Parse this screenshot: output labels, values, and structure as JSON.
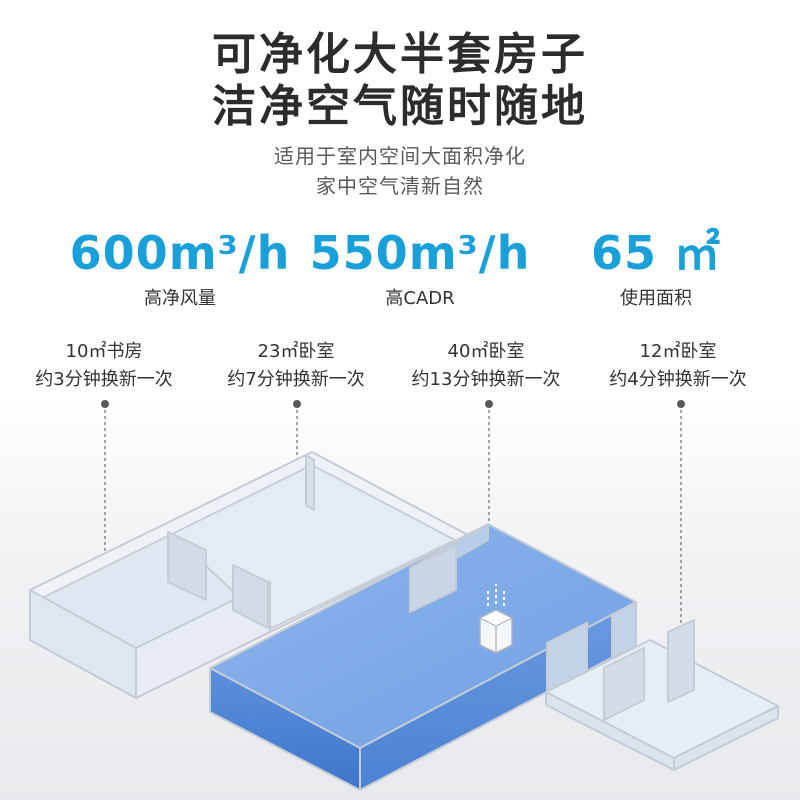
{
  "headline": [
    "可净化大半套房子",
    "洁净空气随时随地"
  ],
  "subtitle": [
    "适用于室内空间大面积净化",
    "家中空气清新自然"
  ],
  "stats": [
    {
      "value": "600m³/h",
      "label": "高净风量"
    },
    {
      "value": "550m³/h",
      "label": "高CADR"
    },
    {
      "value": "65 ㎡",
      "label": "使用面积"
    }
  ],
  "rooms": [
    {
      "name": "10㎡书房",
      "time": "约3分钟换新一次"
    },
    {
      "name": "23㎡卧室",
      "time": "约7分钟换新一次"
    },
    {
      "name": "40㎡卧室",
      "time": "约13分钟换新一次"
    },
    {
      "name": "12㎡卧室",
      "time": "约4分钟换新一次"
    }
  ],
  "colors": {
    "accent": "#1aa0d8",
    "room_fill": "#6aa3e6",
    "wall": "#cfd6de"
  }
}
